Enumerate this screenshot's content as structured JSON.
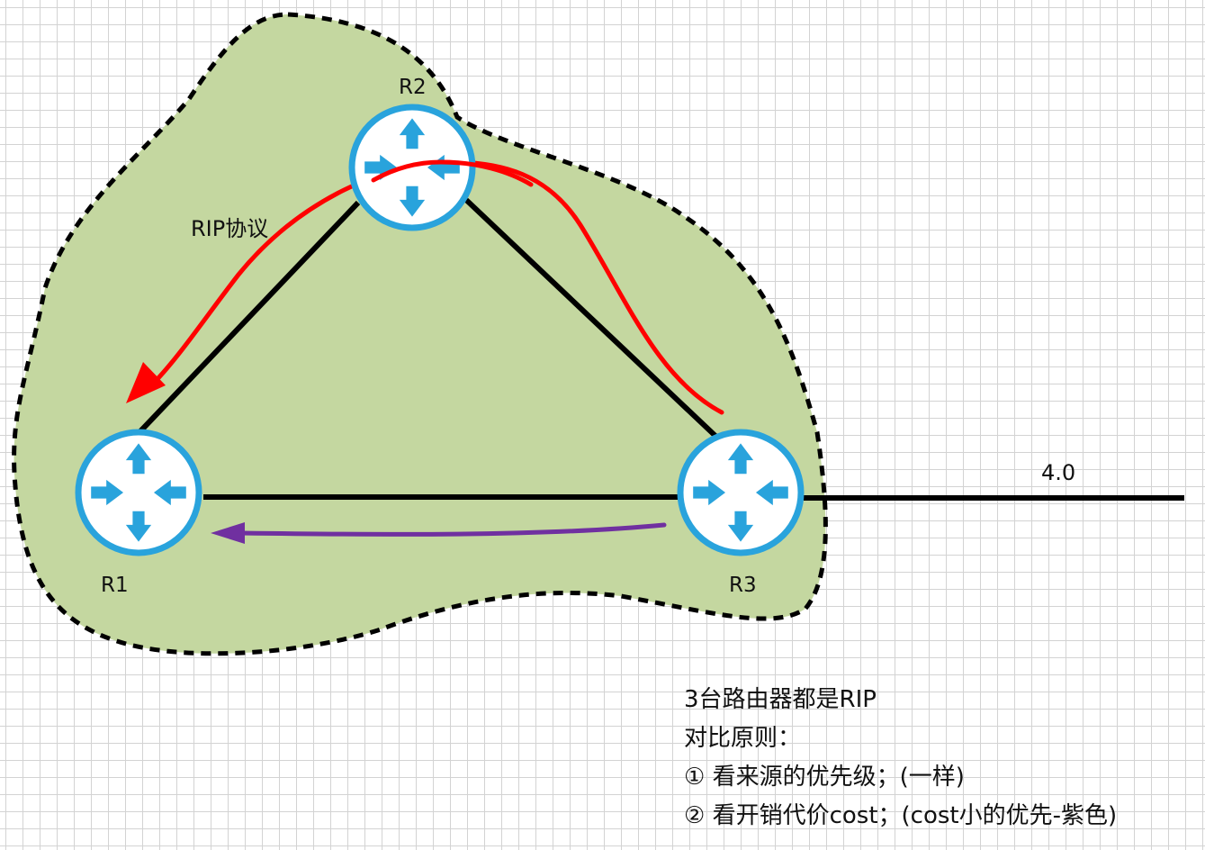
{
  "diagram": {
    "routers": [
      {
        "id": "r1",
        "label": "R1"
      },
      {
        "id": "r2",
        "label": "R2"
      },
      {
        "id": "r3",
        "label": "R3"
      }
    ],
    "protocol_label": "RIP协议",
    "network_label": "4.0",
    "colors": {
      "area_fill": "#c4d7a0",
      "router_ring": "#29a3dc",
      "router_arrow": "#29a3dc",
      "rip_path": "#ff0000",
      "preferred_path": "#7030a0",
      "link": "#000000"
    },
    "notes": [
      "3台路由器都是RIP",
      "对比原则：",
      "① 看来源的优先级；(一样)",
      "② 看开销代价cost；(cost小的优先-紫色)"
    ]
  }
}
